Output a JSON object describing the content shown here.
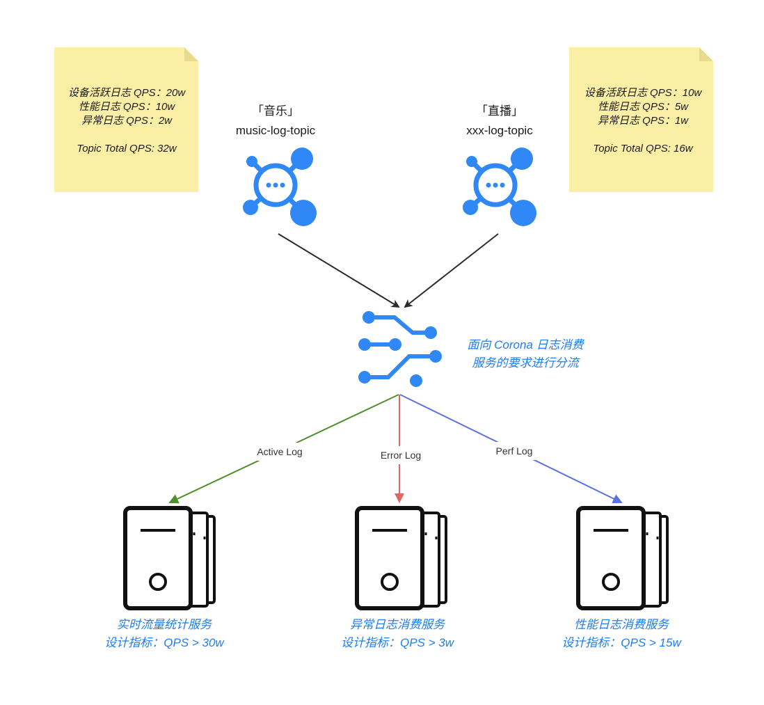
{
  "colors": {
    "note_bg": "#fbefa6",
    "topic_icon": "#2f88f5",
    "router_icon": "#2f88f5",
    "accent_text": "#1f7ef0",
    "active_edge": "#4f8f2b",
    "error_edge": "#e06666",
    "perf_edge": "#5b72e0",
    "input_edge": "#2b2b2b"
  },
  "notes": {
    "left": {
      "lines": [
        "设备活跃日志 QPS：20w",
        "性能日志 QPS：10w",
        "异常日志 QPS：2w"
      ],
      "total": "Topic Total QPS: 32w"
    },
    "right": {
      "lines": [
        "设备活跃日志 QPS：10w",
        "性能日志 QPS：5w",
        "异常日志 QPS：1w"
      ],
      "total": "Topic Total QPS: 16w"
    }
  },
  "topics": {
    "left": {
      "name": "「音乐」",
      "topic": "music-log-topic",
      "icon": "topic-hub-icon"
    },
    "right": {
      "name": "「直播」",
      "topic": "xxx-log-topic",
      "icon": "topic-hub-icon"
    }
  },
  "router": {
    "icon": "router-split-icon",
    "label_line1": "面向 Corona 日志消费",
    "label_line2": "服务的要求进行分流"
  },
  "edges": {
    "active": "Active Log",
    "error": "Error Log",
    "perf": "Perf Log"
  },
  "services": [
    {
      "icon": "server-icon",
      "name": "实时流量统计服务",
      "target": "设计指标：QPS > 30w"
    },
    {
      "icon": "server-icon",
      "name": "异常日志消费服务",
      "target": "设计指标：QPS > 3w"
    },
    {
      "icon": "server-icon",
      "name": "性能日志消费服务",
      "target": "设计指标：QPS > 15w"
    }
  ]
}
